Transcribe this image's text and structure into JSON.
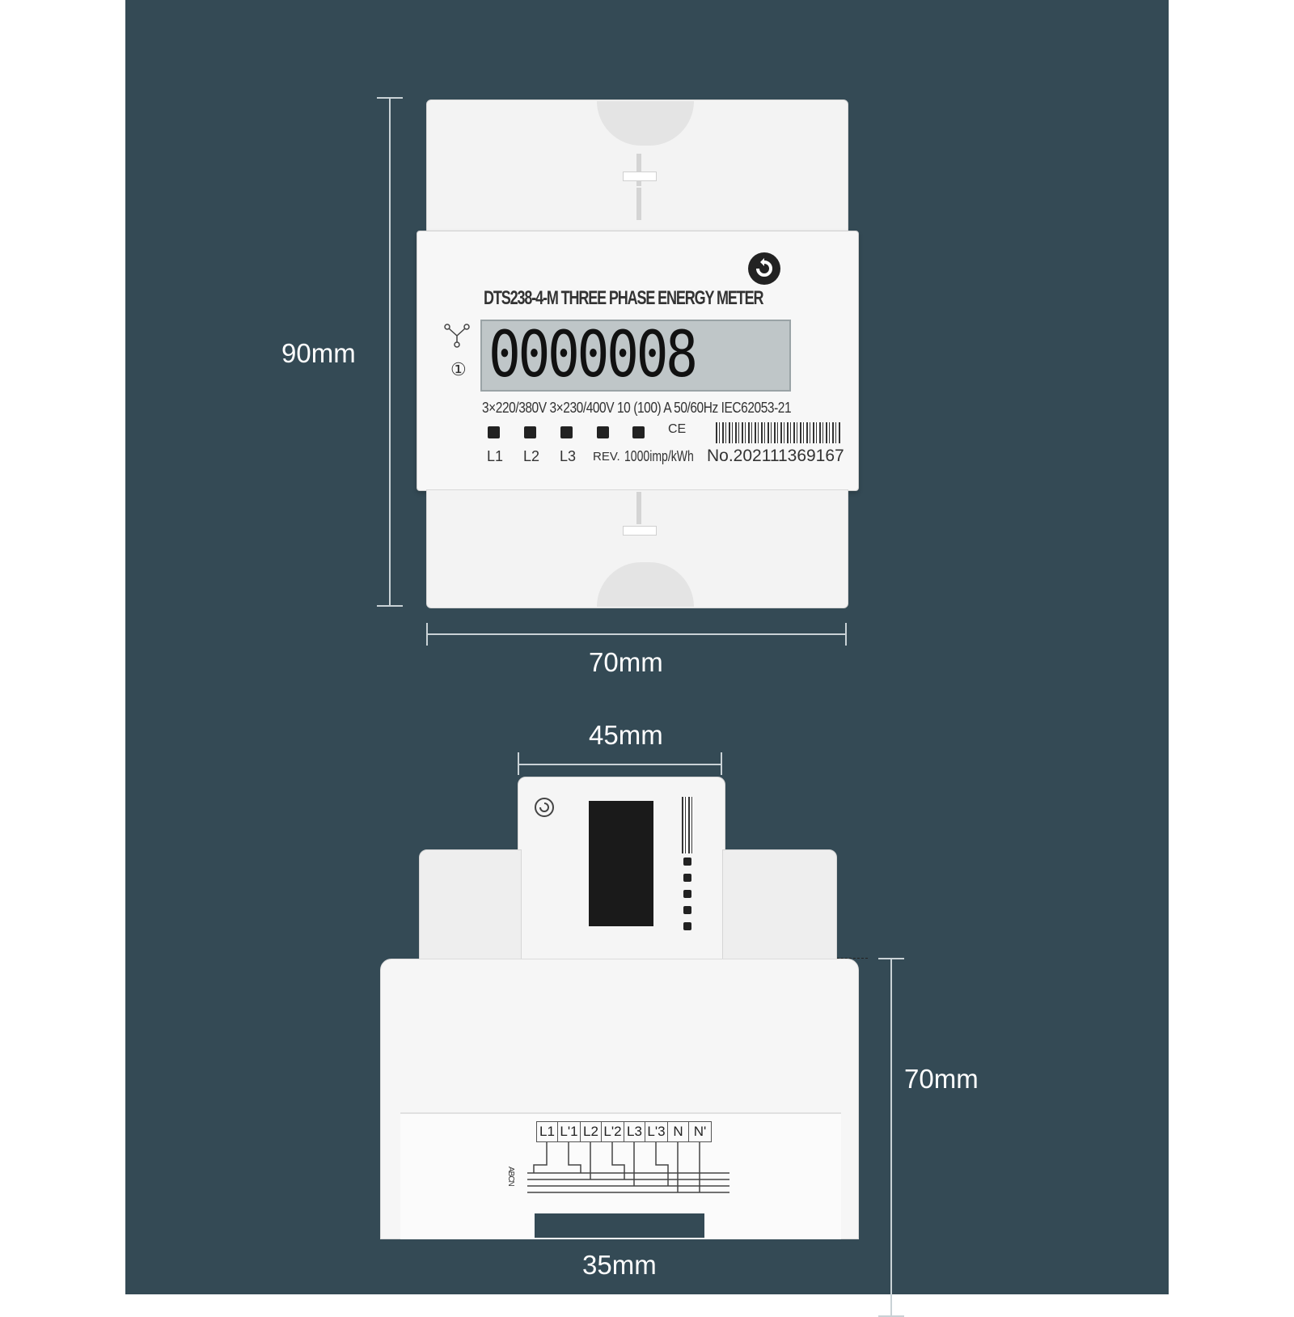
{
  "front_view": {
    "height_label": "90mm",
    "width_label": "70mm",
    "model_title": "DTS238-4-M THREE PHASE ENERGY METER",
    "lcd_reading": "0000008",
    "lcd_decimal": "8",
    "phase_mark": "①",
    "rating_text": "3×220/380V  3×230/400V 10 (100) A 50/60Hz IEC62053-21",
    "led_labels": [
      "L1",
      "L2",
      "L3",
      "REV."
    ],
    "impulse_label": "1000imp/kWh",
    "ce_mark": "CE",
    "serial_number": "No.202111369167"
  },
  "side_view": {
    "top_width_label": "45mm",
    "height_label": "70mm",
    "bottom_width_label": "35mm",
    "terminals": [
      "L1",
      "L'1",
      "L2",
      "L'2",
      "L3",
      "L'3",
      "N",
      "N'"
    ],
    "wiring_marks": "ABCN"
  },
  "colors": {
    "background_panel": "#344a55",
    "meter_body": "#f3f3f3",
    "lcd": "#bfc6c8"
  },
  "icons": [
    "power-logo-icon",
    "three-phase-icon"
  ]
}
